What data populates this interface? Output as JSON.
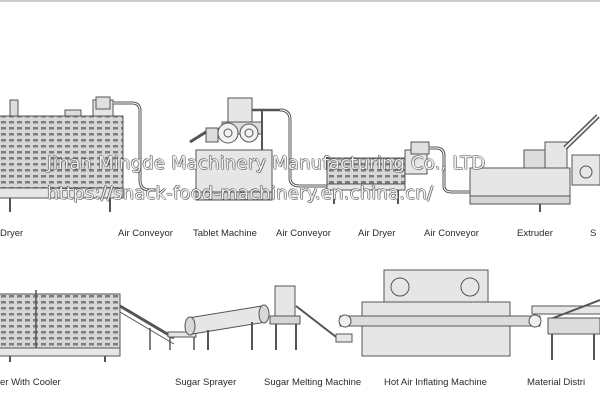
{
  "diagram": {
    "top_row": [
      {
        "label": "Dryer"
      },
      {
        "label": "Air Conveyor"
      },
      {
        "label": "Tablet Machine"
      },
      {
        "label": "Air Conveyor"
      },
      {
        "label": "Air Dryer"
      },
      {
        "label": "Air Conveyor"
      },
      {
        "label": "Extruder"
      },
      {
        "label": "S"
      }
    ],
    "bottom_row": [
      {
        "label": "er With Cooler"
      },
      {
        "label": "Sugar Sprayer"
      },
      {
        "label": "Sugar Melting Machine"
      },
      {
        "label": "Hot Air Inflating Machine"
      },
      {
        "label": "Material Distri"
      }
    ],
    "watermark": {
      "line1": "Jinan Mingde Machinery Manufacturing Co., LTD",
      "line2": "https://snack-food-machinery.en.china.cn/"
    }
  },
  "colors": {
    "stroke": "#555555",
    "body": "#e6e6e6",
    "grille": "#8a8a8a"
  }
}
